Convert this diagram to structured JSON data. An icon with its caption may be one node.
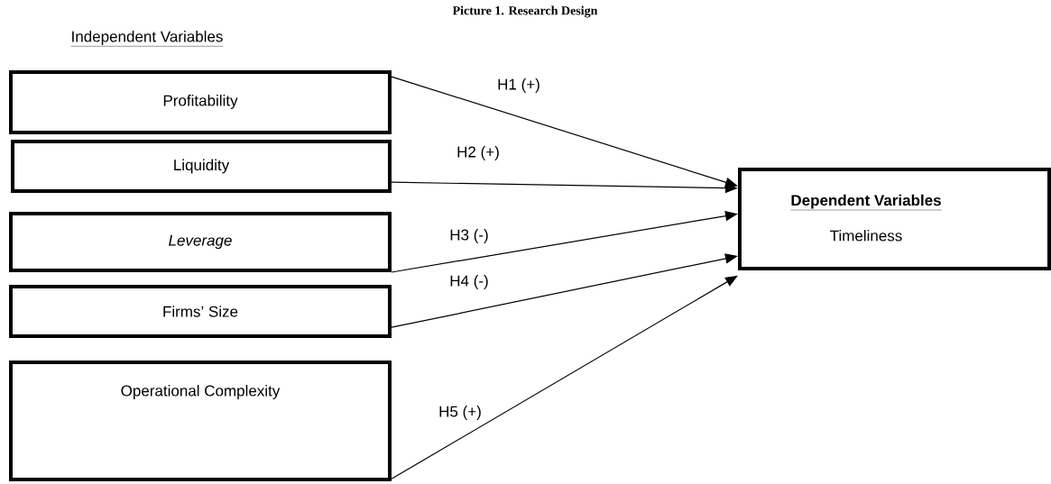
{
  "diagram": {
    "title": "Picture 1. Research Design",
    "nodes": [
      {
        "text": [
          "Profitability"
        ]
      },
      {
        "text": [
          "Liquidity"
        ]
      },
      {
        "text": [
          "Leverage"
        ]
      },
      {
        "text": [
          "Firms’ Size"
        ]
      },
      {
        "text": [
          "Operational Complexity"
        ]
      },
      {
        "text": [
          "Dependent Variables",
          "Timeliness"
        ]
      }
    ],
    "edges": [
      {
        "from": 0,
        "to": 5,
        "arrow": "to",
        "label": "H1 (+)"
      },
      {
        "from": 1,
        "to": 5,
        "arrow": "to",
        "label": "H2 (+)"
      },
      {
        "from": 2,
        "to": 5,
        "arrow": "to",
        "label": "H3 (-)"
      },
      {
        "from": 3,
        "to": 5,
        "arrow": "to",
        "label": "H4 (-)"
      },
      {
        "from": 4,
        "to": 5,
        "arrow": "to",
        "label": "H5 (+)"
      }
    ],
    "labels": [
      "Independent Variables"
    ]
  }
}
